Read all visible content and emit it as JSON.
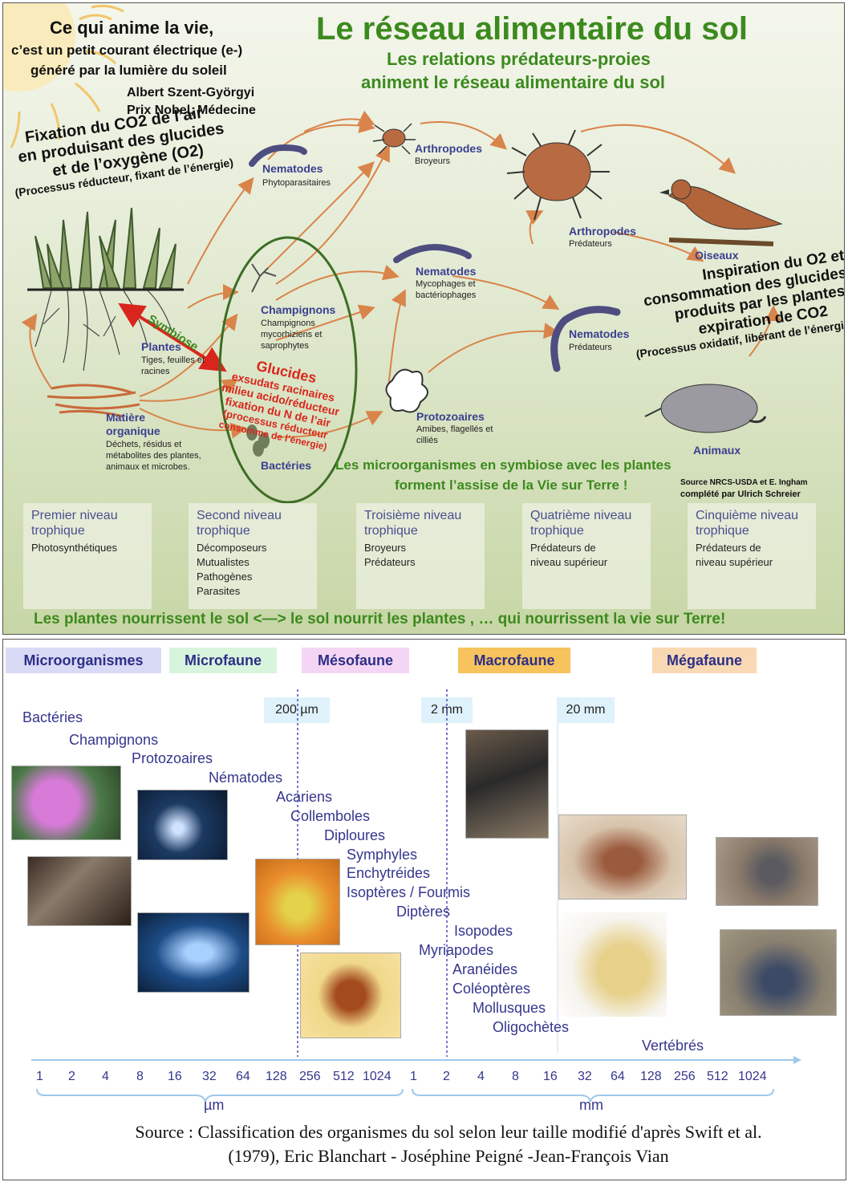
{
  "top": {
    "title": "Le réseau alimentaire du sol",
    "subtitle1": "Les relations prédateurs-proies",
    "subtitle2": "animent le réseau alimentaire du sol",
    "quote": {
      "line1": "Ce qui anime la vie,",
      "line2": "c’est un petit courant électrique (e-)",
      "line3": "généré par la lumière du soleil",
      "author": "Albert Szent-Györgyi",
      "award": "Prix Nobel, Médecine"
    },
    "fixation": {
      "line1": "Fixation du CO2 de l’air",
      "line2": "en produisant des glucides",
      "line3": "et de l’oxygène (O2)",
      "line4": "(Processus réducteur, fixant de l’énergie)"
    },
    "inspiration": {
      "line1": "Inspiration du O2 et",
      "line2": "consommation des glucides",
      "line3": "produits par les plantes,",
      "line4": "expiration de CO2",
      "line5": "(Processus oxidatif, libérant de l’énergie)"
    },
    "organisms": {
      "nem_phyto": {
        "name": "Nematodes",
        "desc": "Phytoparasitaires"
      },
      "arthro_broy": {
        "name": "Arthropodes",
        "desc": "Broyeurs"
      },
      "arthro_pred": {
        "name": "Arthropodes",
        "desc": "Prédateurs"
      },
      "oiseaux": {
        "name": "Oiseaux"
      },
      "nem_myco": {
        "name": "Nematodes",
        "desc": "Mycophages et bactériophages"
      },
      "nem_pred": {
        "name": "Nematodes",
        "desc": "Prédateurs"
      },
      "champignons": {
        "name": "Champignons",
        "desc": "Champignons mycorhiziens et saprophytes"
      },
      "plantes": {
        "name": "Plantes",
        "desc": "Tiges, feuilles et racines"
      },
      "matiere": {
        "name1": "Matière",
        "name2": "organique",
        "desc": "Déchets, résidus et métabolites des plantes, animaux et microbes."
      },
      "protozoaires": {
        "name": "Protozoaires",
        "desc": "Amibes, flagellés et cilliés"
      },
      "bacteries": {
        "name": "Bactéries"
      },
      "animaux": {
        "name": "Animaux"
      }
    },
    "symbiose": "Symbiose",
    "glucides": {
      "title": "Glucides",
      "line1": "exsudats racinaires",
      "line2": "milieu acido/réducteur",
      "line3": "fixation du N de l’air",
      "line4": "(processus réducteur",
      "line5": "consomme de l’énergie)"
    },
    "micro_symbiose": {
      "line1": "Les microorganismes en symbiose avec les plantes",
      "line2": "forment l’assise de la Vie sur Terre !"
    },
    "source": {
      "line1": "Source  NRCS-USDA et E. Ingham",
      "line2": "complété par Ulrich Schreier"
    },
    "levels": [
      {
        "title": "Premier niveau trophique",
        "body": "Photosynthétiques"
      },
      {
        "title": "Second niveau trophique",
        "body": "Décomposeurs\nMutualistes\nPathogènes\nParasites"
      },
      {
        "title": "Troisième niveau trophique",
        "body": "Broyeurs\nPrédateurs"
      },
      {
        "title": "Quatrième niveau trophique",
        "body": "Prédateurs de\nniveau supérieur"
      },
      {
        "title": "Cinquième niveau trophique",
        "body": "Prédateurs de\nniveau supérieur"
      }
    ],
    "footer": "Les plantes nourrissent le sol <—> le sol nourrit les plantes , … qui nourrissent la vie sur Terre!"
  },
  "bottom": {
    "categories": [
      {
        "label": "Microorganismes",
        "color": "#d8daf6"
      },
      {
        "label": "Microfaune",
        "color": "#d9f4dc"
      },
      {
        "label": "Mésofaune",
        "color": "#f4d6f4"
      },
      {
        "label": "Macrofaune",
        "color": "#f6c35c"
      },
      {
        "label": "Mégafaune",
        "color": "#f9d8b4"
      }
    ],
    "sizes": [
      "200 µm",
      "2 mm",
      "20 mm"
    ],
    "taxa": [
      "Bactéries",
      "Champignons",
      "Protozoaires",
      "Nématodes",
      "Acariens",
      "Collemboles",
      "Diploures",
      "Symphyles",
      "Enchytréides",
      "Isoptères / Fourmis",
      "Diptères",
      "Isopodes",
      "Myriapodes",
      "Aranéides",
      "Coléoptères",
      "Mollusques",
      "Oligochètes",
      "Vertébrés"
    ],
    "ticks_um": [
      "1",
      "2",
      "4",
      "8",
      "16",
      "32",
      "64",
      "128",
      "256",
      "512",
      "1024"
    ],
    "ticks_mm": [
      "1",
      "2",
      "4",
      "8",
      "16",
      "32",
      "64",
      "128",
      "256",
      "512",
      "1024"
    ],
    "unit_um": "µm",
    "unit_mm": "mm",
    "source_line1": "Source : Classification des organismes du sol selon leur taille modifié d'après Swift et al.",
    "source_line2": "(1979), Eric Blanchart - Joséphine Peigné -Jean-François Vian"
  },
  "colors": {
    "green_title": "#3c8a1e",
    "blue_label": "#3a3f8f",
    "red": "#d9261c",
    "arrow": "#d9844a",
    "ellipse": "#3c6e24"
  }
}
